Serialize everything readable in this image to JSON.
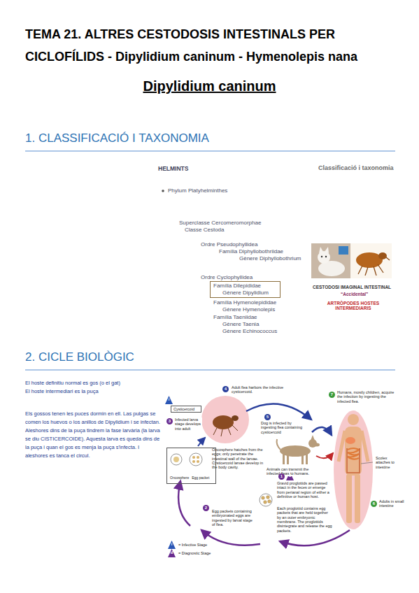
{
  "diagram": {
    "title": "TEMA 21. ALTRES CESTODOSIS INTESTINALS PER CICLOFÍLIDS - Dipylidium caninum - Hymenolepis nana",
    "nodes": [
      {
        "text": [
          "Família Dilepididae",
          "Gènere Dipylidium"
        ]
      },
      {
        "text": [
          "Cysticercoid"
        ]
      },
      {
        "text": [
          "Oncosphere",
          "Egg packet"
        ]
      }
    ],
    "labels": [
      "Dipylidium caninum",
      "1. CLASSIFICACIÓ I TAXONOMIA",
      "HELMINTS",
      "Phylum Platyhelminthes",
      "Superclasse Cercomeromorphae",
      "Classe Cestoda",
      "Ordre Pseudophyllidea",
      "Família Diphyllobothriidae",
      "Gènere Diphyllobothrium",
      "Ordre Cyclophyllidea",
      "Família Hymenolepididae",
      "Gènere Hymenolepis",
      "Família Taeniidae",
      "Gènere Taenia",
      "Gènere Echinococcus",
      "Classificació i taxonomia",
      "CESTODOSI IMAGINAL INTESTINAL",
      "“Accidental”",
      "ARTRÒPODES HOSTES INTERMEDIARIS",
      "2. CICLE BIOLÒGIC",
      "El hoste definitiu normal es gos (o el gat)",
      "El hoste intermediari es la puça",
      "Els gossos tenen les puces dormin en ell. Las pulgas se comen los huevos o los anillos de Dipylidium i se infectan. Aleshores dins de la puça tindrem la fase larvària (la larva se diu CISTICERCOIDE). Aquesta larva es queda dins de la puça i quan el gos es menja la puça s'infecta. I aleshores es tanca el circul.",
      "i",
      "4",
      "Adult flea harbors the infective cysticercoid.",
      "5",
      "Dog is infected by ingesting flea containing cysticercoid",
      "Animals can transmit the infected fleas to humans.",
      "7",
      "Humans, mostly children, acquire the infection by ingesting the infected flea.",
      "Scolex attaches to intestine",
      "6",
      "Adults in small intestine",
      "1",
      "d",
      "Gravid proglottids are passed intact in the feces or emerge from perianal region of either a definitive or human host.",
      "Each proglottid contains egg packets that are held together by an outer embryonic membrane. The proglottids disintegrate and release the egg packets.",
      "2",
      "Egg packets containing embryonated eggs are ingested by larval stage of flea.",
      "3",
      "Oncosphere hatches from the eggs; only penetrate the intestinal wall of the larvae. Cysticercoid larvae develop in the body cavity.",
      "Infected larva stage develops into adult",
      "i",
      "d"
    ],
    "legend": [
      {
        "text": "= Infective Stage"
      },
      {
        "text": "= Diagnostic Stage"
      }
    ]
  }
}
